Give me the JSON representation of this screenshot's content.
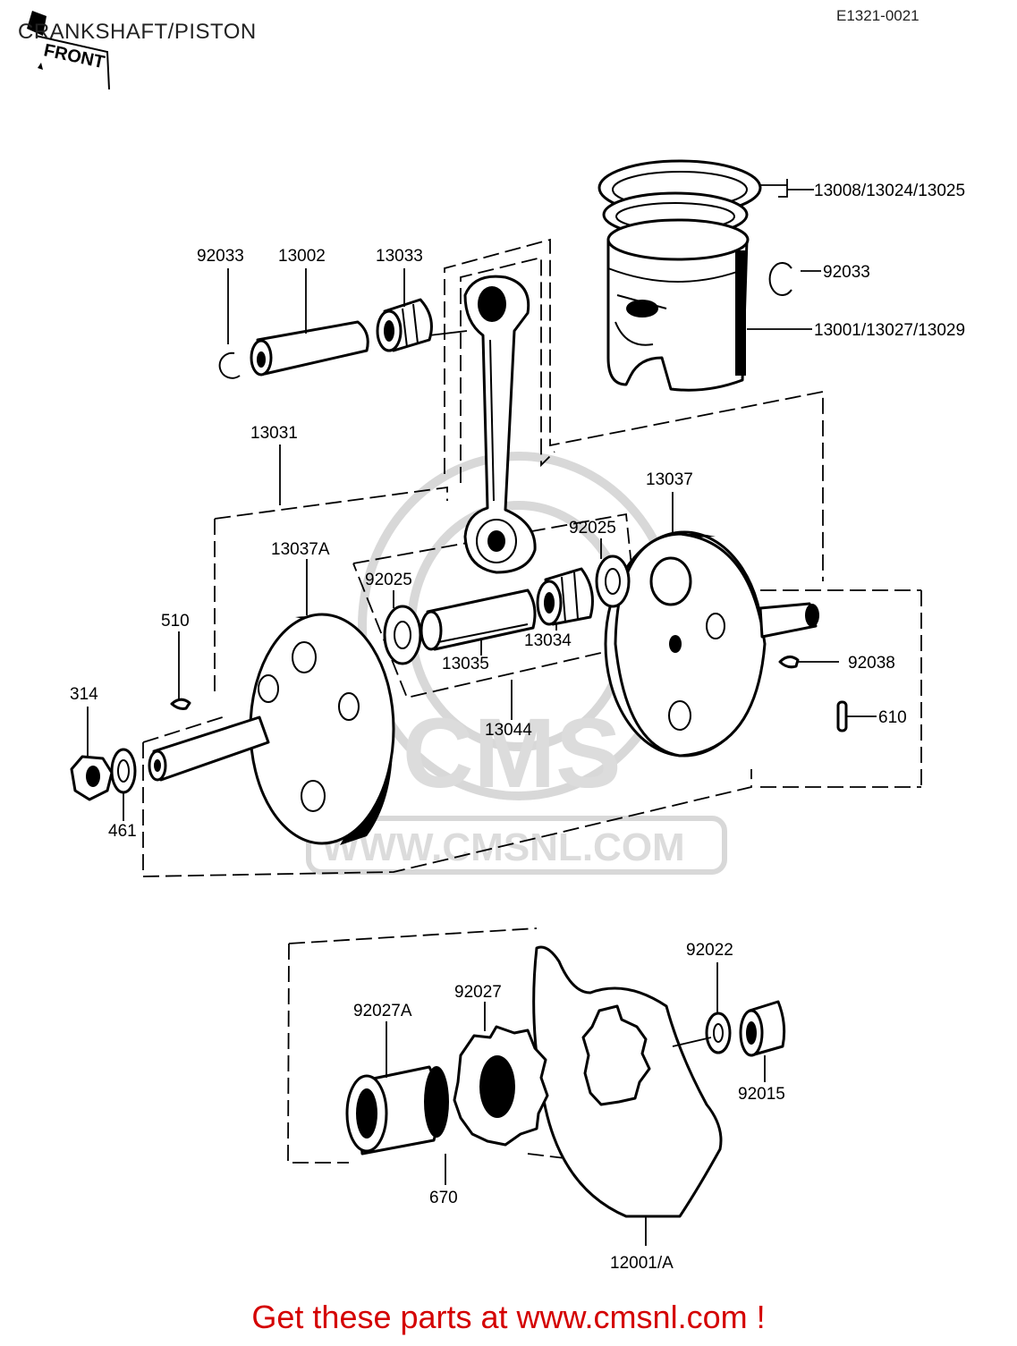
{
  "header": {
    "title": "CRANKSHAFT/PISTON",
    "drawing_code": "E1321-0021"
  },
  "front_tag": "FRONT",
  "watermark": {
    "brand": "CMS",
    "url": "WWW.CMSNL.COM"
  },
  "labels": {
    "rings": "13008/13024/13025",
    "piston_circlip": "92033",
    "piston": "13001/13027/13029",
    "circlip_left": "92033",
    "piston_pin": "13002",
    "small_end_bearing": "13033",
    "crankshaft_assy": "13031",
    "flywheel_right": "13037",
    "washer_right": "92025",
    "flywheel_left": "13037A",
    "washer_left": "92025",
    "key": "510",
    "nut": "314",
    "lock_washer": "461",
    "crank_pin": "13035",
    "big_end_bearing": "13034",
    "rod_assy": "13044",
    "crank_seal": "92038",
    "pin": "610",
    "washer": "92022",
    "nut_bottom": "92015",
    "collar_a": "92027A",
    "collar": "92027",
    "gear_pin": "670",
    "sprocket": "12001/A"
  },
  "footer": {
    "text": "Get these parts at www.cmsnl.com !",
    "color": "#d40000"
  }
}
